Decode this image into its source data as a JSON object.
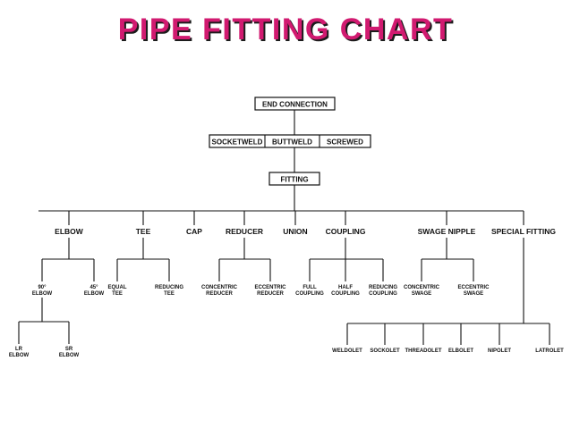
{
  "title": "PIPE FITTING CHART",
  "colors": {
    "title": "#d11a70",
    "title_shadow": "#1c1c1c",
    "lines": "#111111"
  },
  "end_connection": "END CONNECTION",
  "connection_types": [
    "SOCKETWELD",
    "BUTTWELD",
    "SCREWED"
  ],
  "fitting": "FITTING",
  "categories": [
    "ELBOW",
    "TEE",
    "CAP",
    "REDUCER",
    "UNION",
    "COUPLING",
    "SWAGE NIPPLE",
    "SPECIAL FITTING"
  ],
  "elbow": {
    "left": [
      "90°",
      "ELBOW"
    ],
    "right": [
      "45°",
      "ELBOW"
    ],
    "sub": [
      [
        "LR",
        "ELBOW"
      ],
      [
        "SR",
        "ELBOW"
      ]
    ]
  },
  "tee": [
    [
      "EQUAL",
      "TEE"
    ],
    [
      "REDUCING",
      "TEE"
    ]
  ],
  "reducer": [
    [
      "CONCENTRIC",
      "REDUCER"
    ],
    [
      "ECCENTRIC",
      "REDUCER"
    ]
  ],
  "coupling": [
    [
      "FULL",
      "COUPLING"
    ],
    [
      "HALF",
      "COUPLING"
    ],
    [
      "REDUCING",
      "COUPLING"
    ]
  ],
  "swage": [
    [
      "CONCENTRIC",
      "SWAGE"
    ],
    [
      "ECCENTRIC",
      "SWAGE"
    ]
  ],
  "special": [
    "WELDOLET",
    "SOCKOLET",
    "THREADOLET",
    "ELBOLET",
    "NIPOLET",
    "LATROLET"
  ]
}
